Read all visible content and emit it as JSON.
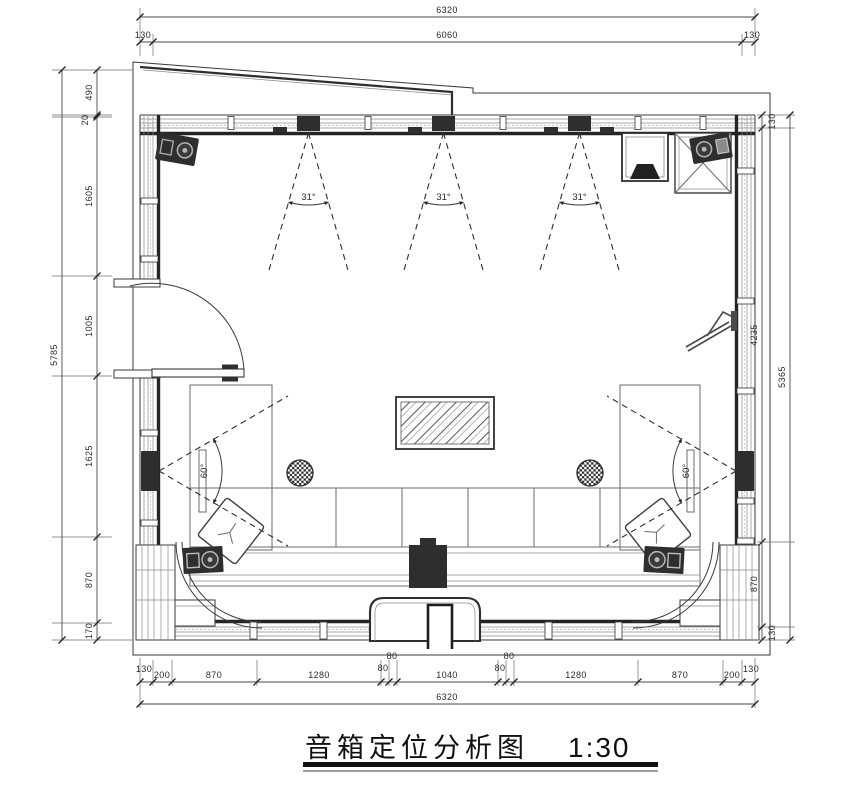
{
  "title": {
    "text": "音箱定位分析图",
    "scale": "1:30"
  },
  "dims": {
    "top": {
      "overall": "6320",
      "chain": [
        "130",
        "6060",
        "130"
      ]
    },
    "bottom": {
      "overall": "6320",
      "chain": [
        "130",
        "200",
        "870",
        "1280",
        "80",
        "80",
        "1040",
        "80",
        "80",
        "1280",
        "870",
        "200",
        "130"
      ]
    },
    "left": {
      "overall": "5785",
      "chain": [
        "490",
        "20",
        "1605",
        "1005",
        "1625",
        "870",
        "170"
      ]
    },
    "right": {
      "overall": "5365",
      "chain": [
        "130",
        "4235",
        "870",
        "130"
      ]
    }
  },
  "annotations": {
    "ceiling_speaker_angle": "31°",
    "wall_speaker_angle": "60°"
  },
  "colors": {
    "line": "#3a3a3a",
    "dark_fill": "#2e2e2e"
  }
}
